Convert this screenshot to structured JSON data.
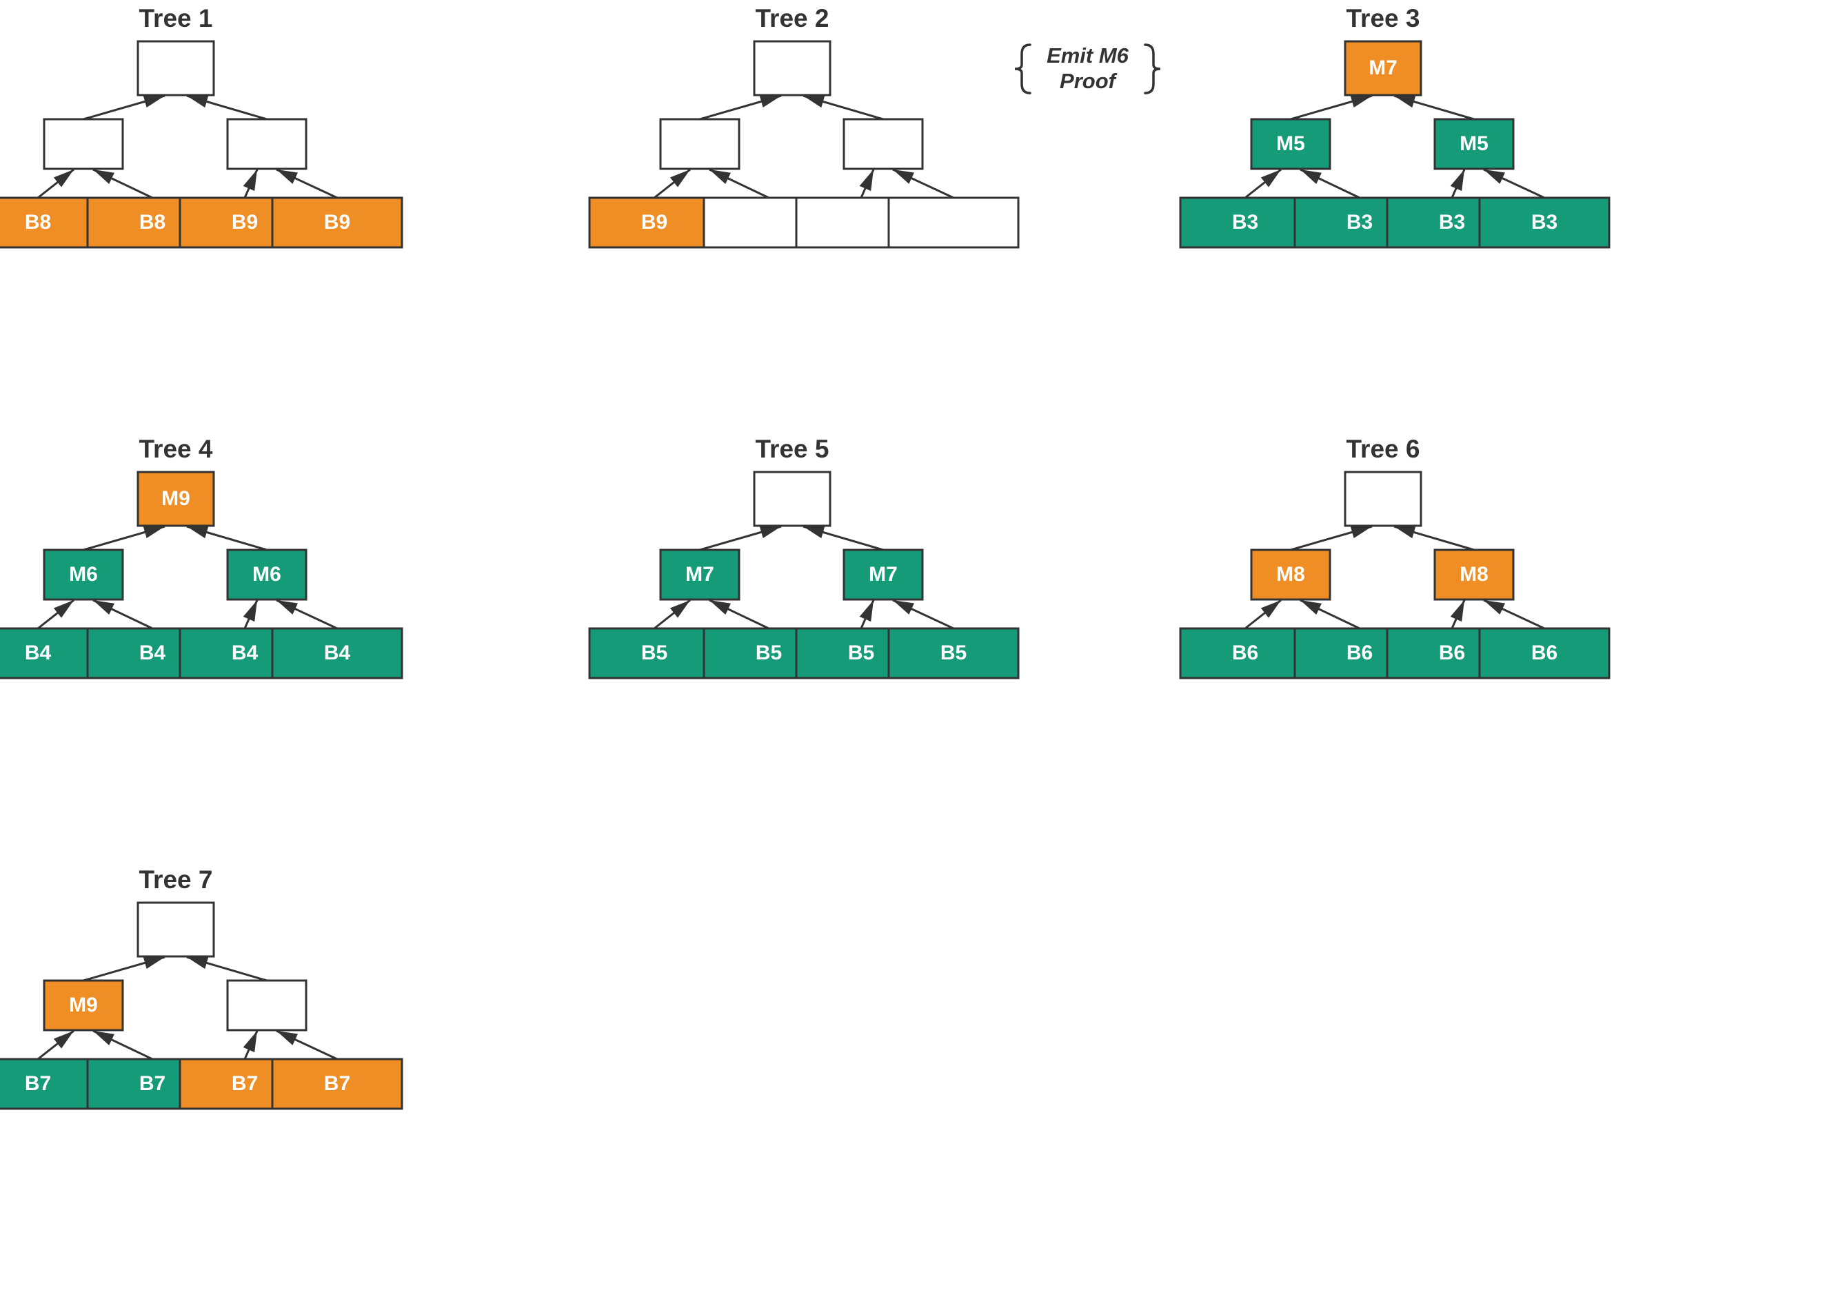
{
  "diagram": {
    "title_prefix": "Tree",
    "colors": {
      "orange": "#EE8E24",
      "teal": "#169B78",
      "empty": "#FFFFFF",
      "stroke": "#333333",
      "text_on_fill": "#FFFFFF",
      "title_text": "#333333"
    },
    "annotations": [
      {
        "id": "emit-m6-proof",
        "line1": "Emit M6",
        "line2": "Proof",
        "attached_to_tree": "Tree 2",
        "attached_to_node": "root"
      }
    ],
    "trees": [
      {
        "title": "Tree 1",
        "root": {
          "label": "",
          "fill": "empty"
        },
        "mid": [
          {
            "label": "",
            "fill": "empty"
          },
          {
            "label": "",
            "fill": "empty"
          }
        ],
        "leaves": [
          {
            "label": "B8",
            "fill": "orange"
          },
          {
            "label": "B8",
            "fill": "orange"
          },
          {
            "label": "B9",
            "fill": "orange"
          },
          {
            "label": "B9",
            "fill": "orange"
          }
        ]
      },
      {
        "title": "Tree 2",
        "root": {
          "label": "",
          "fill": "empty"
        },
        "mid": [
          {
            "label": "",
            "fill": "empty"
          },
          {
            "label": "",
            "fill": "empty"
          }
        ],
        "leaves": [
          {
            "label": "B9",
            "fill": "orange"
          },
          {
            "label": "",
            "fill": "empty"
          },
          {
            "label": "",
            "fill": "empty"
          },
          {
            "label": "",
            "fill": "empty"
          }
        ]
      },
      {
        "title": "Tree 3",
        "root": {
          "label": "M7",
          "fill": "orange"
        },
        "mid": [
          {
            "label": "M5",
            "fill": "teal"
          },
          {
            "label": "M5",
            "fill": "teal"
          }
        ],
        "leaves": [
          {
            "label": "B3",
            "fill": "teal"
          },
          {
            "label": "B3",
            "fill": "teal"
          },
          {
            "label": "B3",
            "fill": "teal"
          },
          {
            "label": "B3",
            "fill": "teal"
          }
        ]
      },
      {
        "title": "Tree 4",
        "root": {
          "label": "M9",
          "fill": "orange"
        },
        "mid": [
          {
            "label": "M6",
            "fill": "teal"
          },
          {
            "label": "M6",
            "fill": "teal"
          }
        ],
        "leaves": [
          {
            "label": "B4",
            "fill": "teal"
          },
          {
            "label": "B4",
            "fill": "teal"
          },
          {
            "label": "B4",
            "fill": "teal"
          },
          {
            "label": "B4",
            "fill": "teal"
          }
        ]
      },
      {
        "title": "Tree 5",
        "root": {
          "label": "",
          "fill": "empty"
        },
        "mid": [
          {
            "label": "M7",
            "fill": "teal"
          },
          {
            "label": "M7",
            "fill": "teal"
          }
        ],
        "leaves": [
          {
            "label": "B5",
            "fill": "teal"
          },
          {
            "label": "B5",
            "fill": "teal"
          },
          {
            "label": "B5",
            "fill": "teal"
          },
          {
            "label": "B5",
            "fill": "teal"
          }
        ]
      },
      {
        "title": "Tree 6",
        "root": {
          "label": "",
          "fill": "empty"
        },
        "mid": [
          {
            "label": "M8",
            "fill": "orange"
          },
          {
            "label": "M8",
            "fill": "orange"
          }
        ],
        "leaves": [
          {
            "label": "B6",
            "fill": "teal"
          },
          {
            "label": "B6",
            "fill": "teal"
          },
          {
            "label": "B6",
            "fill": "teal"
          },
          {
            "label": "B6",
            "fill": "teal"
          }
        ]
      },
      {
        "title": "Tree 7",
        "root": {
          "label": "",
          "fill": "empty"
        },
        "mid": [
          {
            "label": "M9",
            "fill": "orange"
          },
          {
            "label": "",
            "fill": "empty"
          }
        ],
        "leaves": [
          {
            "label": "B7",
            "fill": "teal"
          },
          {
            "label": "B7",
            "fill": "teal"
          },
          {
            "label": "B7",
            "fill": "orange"
          },
          {
            "label": "B7",
            "fill": "orange"
          }
        ]
      }
    ]
  }
}
